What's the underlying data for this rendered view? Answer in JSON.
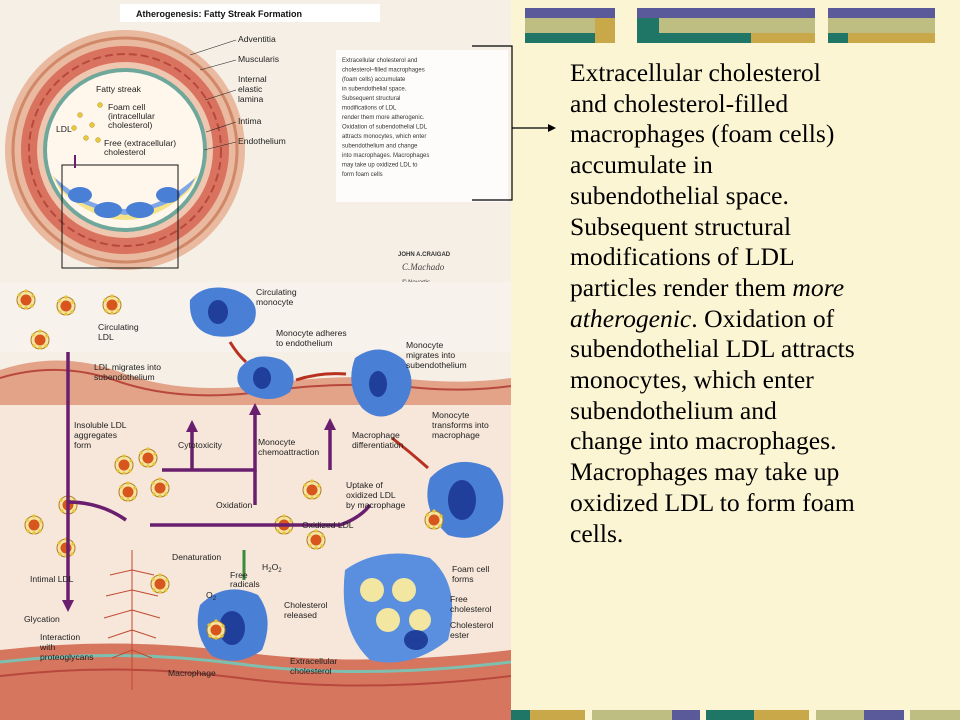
{
  "figure": {
    "title": "Atherogenesis: Fatty Streak Formation",
    "artery_labels": {
      "adventitia": "Adventitia",
      "muscularis": "Muscularis",
      "internal_elastic_lamina": "Internal elastic lamina",
      "intima": "Intima",
      "endothelium": "Endothelium",
      "fatty_streak": "Fatty streak",
      "foam_cell": "Foam cell (intracellular cholesterol)",
      "ldl": "LDL",
      "free_cholesterol": "Free (extracellular) cholesterol"
    },
    "inset_caption": "Extracellular cholesterol and cholesterol-filled macrophages (foam cells) accumulate in subendothelial space. Subsequent structural modifications of LDL render them more atherogenic. Oxidation of subendothelial LDL attracts monocytes, which enter subendothelium and change into macrophages. Macrophages may take up oxidized LDL to form foam cells",
    "signature": {
      "artist": "JOHN A.CRAIG",
      "artist_suffix": "AD",
      "cosigner": "C.Machado",
      "copyright": "© Novartis"
    },
    "process_labels": {
      "circulating_monocyte": "Circulating monocyte",
      "monocyte_adheres": "Monocyte adheres to endothelium",
      "monocyte_migrates": "Monocyte migrates into subendothelium",
      "circulating_ldl": "Circulating LDL",
      "ldl_migrates": "LDL migrates into subendothelium",
      "monocyte_transforms": "Monocyte transforms into macrophage",
      "insoluble_ldl": "Insoluble LDL aggregates form",
      "cytotoxicity": "Cytotoxicity",
      "monocyte_chemoattraction": "Monocyte chemoattraction",
      "macrophage_differentiation": "Macrophage differentiation",
      "oxidation": "Oxidation",
      "uptake": "Uptake of oxidized LDL by macrophage",
      "oxidized_ldl": "Oxidized LDL",
      "denaturation": "Denaturation",
      "h2o2": "H2O2",
      "o2": "O2",
      "free_radicals": "Free radicals",
      "intimal_ldl": "Intimal LDL",
      "foam_cell_forms": "Foam cell forms",
      "free_cholesterol": "Free cholesterol",
      "cholesterol_ester": "Cholesterol ester",
      "cholesterol_released": "Cholesterol released",
      "glycation": "Glycation",
      "interaction": "Interaction with proteoglycans",
      "macrophage": "Macrophage",
      "extracellular_cholesterol": "Extracellular cholesterol"
    }
  },
  "description": {
    "lines": [
      "Extracellular cholesterol",
      "and cholesterol-filled",
      "macrophages (foam cells)",
      "accumulate in",
      "subendothelial space.",
      "Subsequent structural",
      "modifications of LDL",
      "particles render them ",
      "atherogenic.  Oxidation of",
      "subendothelial  LDL attracts",
      "monocytes, which enter",
      "subendothelium and",
      "change into macrophages.",
      "Macrophages may take up",
      "oxidized LDL to form foam",
      "cells."
    ],
    "emphasis_1": "more",
    "emphasis_2": "atherogenic"
  },
  "colors": {
    "background": "#FCF5D4",
    "panel": "#F6EFE6",
    "deco_navy": "#5A5A9A",
    "deco_olive": "#BEBE82",
    "deco_teal": "#1F7566",
    "deco_gold": "#C8A848",
    "cell_blue": "#4A7FD6",
    "artery_red": "#C0504A",
    "arrow_purple": "#6A1E6E"
  }
}
